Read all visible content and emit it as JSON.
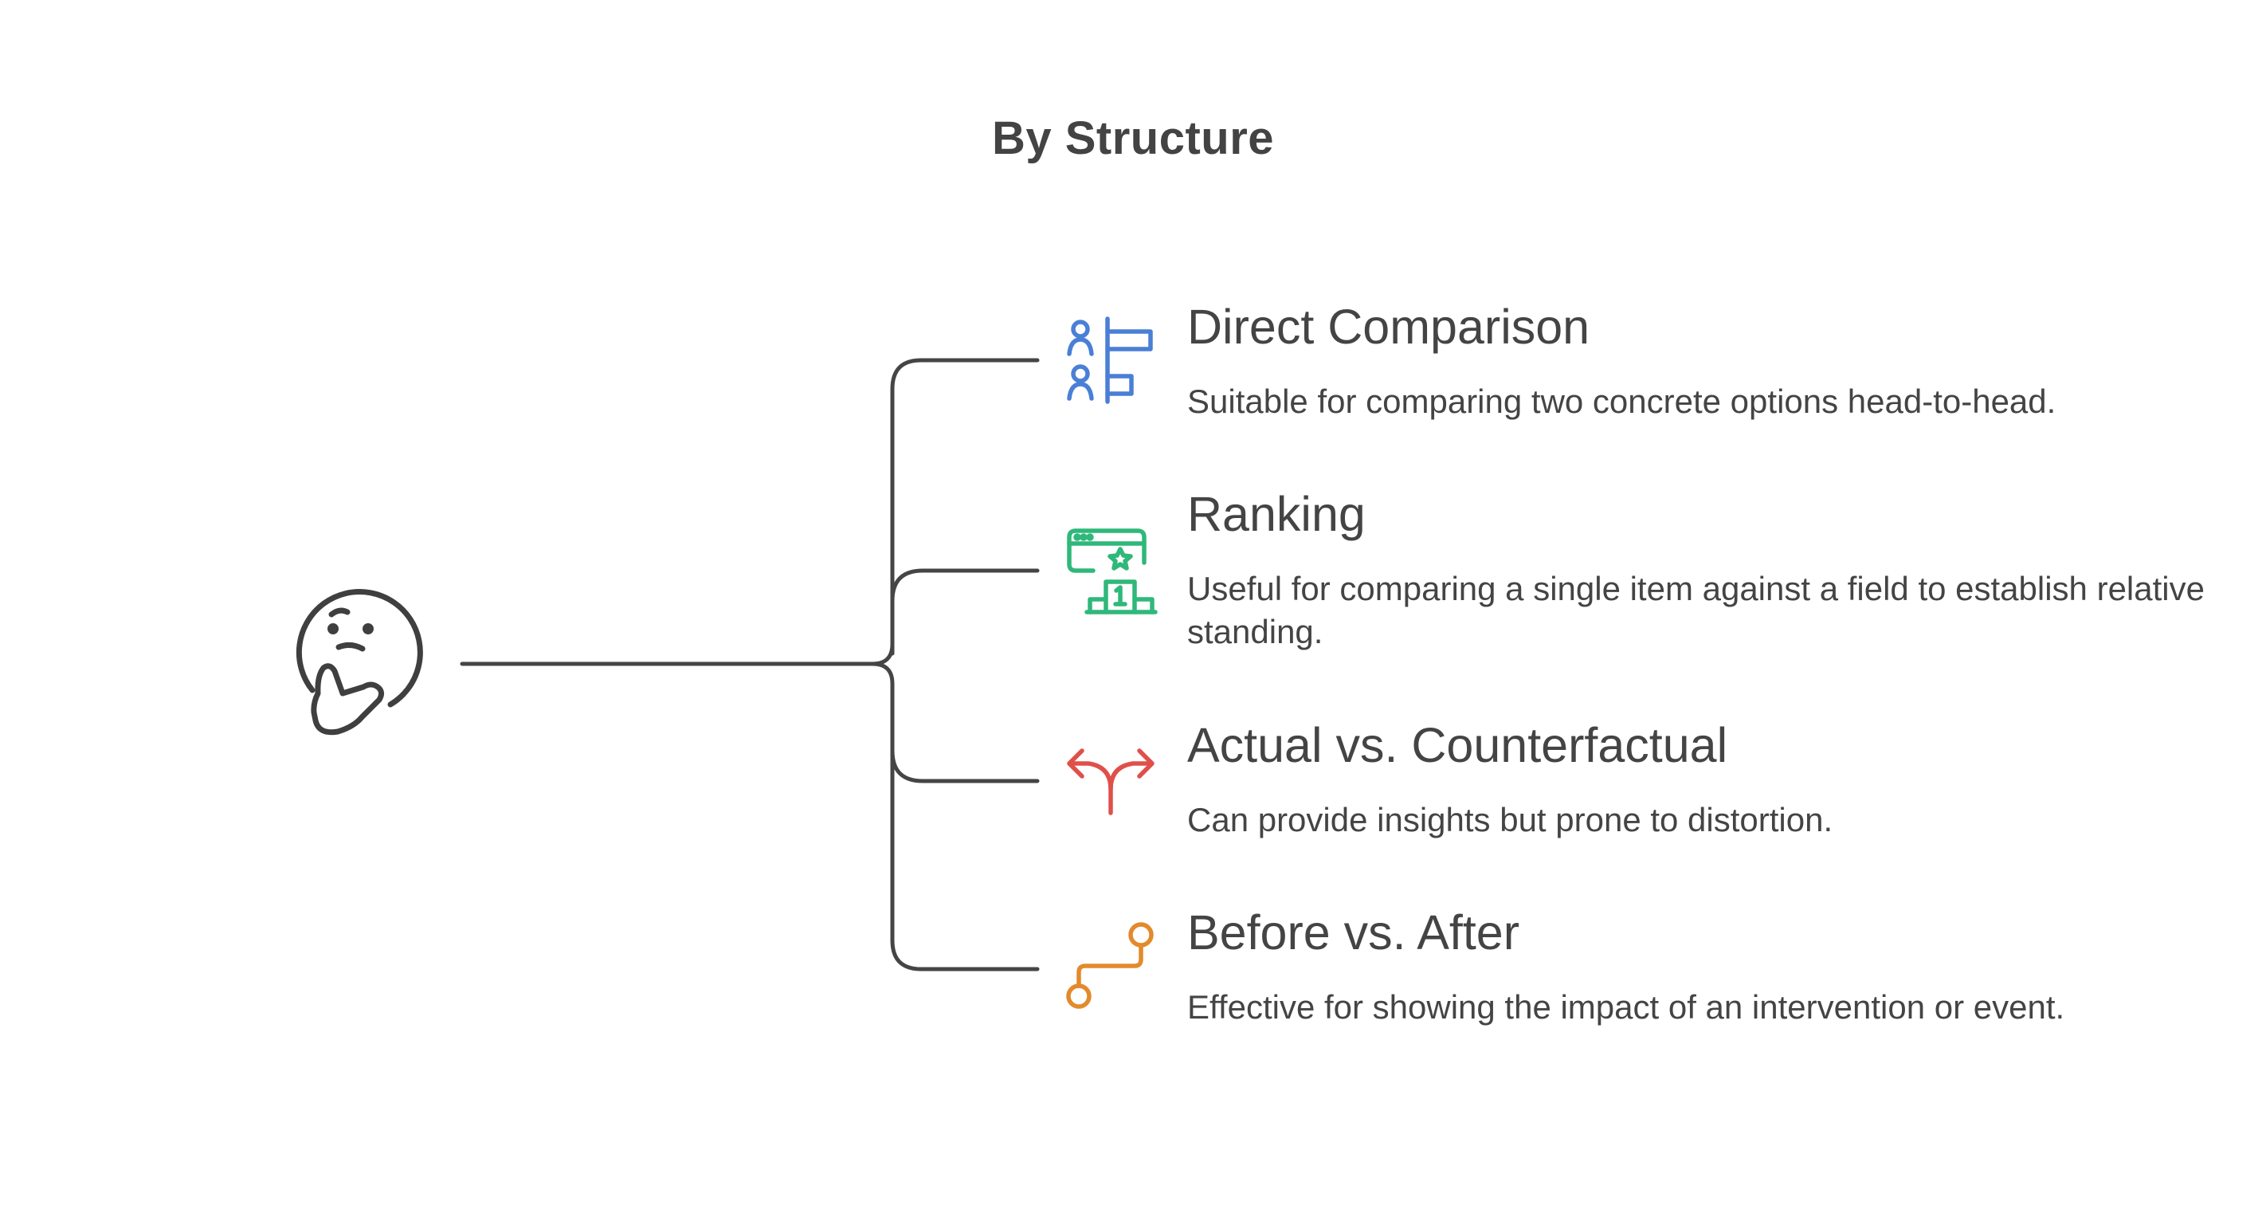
{
  "title": "By Structure",
  "root": {
    "icon": "thinking-face-icon"
  },
  "items": [
    {
      "title": "Direct Comparison",
      "description": "Suitable for comparing two concrete options head-to-head.",
      "icon": "people-compare-icon",
      "color": "#4a7fd6"
    },
    {
      "title": "Ranking",
      "description": "Useful for comparing a single item against a field to establish relative standing.",
      "icon": "ranking-podium-icon",
      "color": "#2fb87a"
    },
    {
      "title": "Actual vs. Counterfactual",
      "description": "Can provide insights but prone to distortion.",
      "icon": "split-arrow-icon",
      "color": "#e0504a"
    },
    {
      "title": "Before vs. After",
      "description": "Effective for showing the impact of an intervention or event.",
      "icon": "path-nodes-icon",
      "color": "#e28a2c"
    }
  ]
}
